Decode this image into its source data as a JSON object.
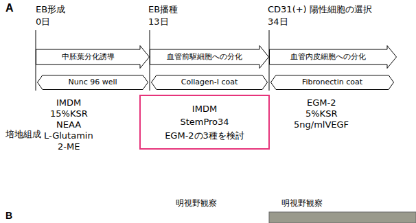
{
  "diagram": {
    "nodes": [
      {
        "text": [
          "中胚葉分化誘導"
        ]
      },
      {
        "text": [
          "血管前駆細胞への分化"
        ]
      },
      {
        "text": [
          "血管内皮細胞への分化"
        ]
      },
      {
        "text": [
          "Nunc 96 well"
        ]
      },
      {
        "text": [
          "Collagen-I coat"
        ]
      },
      {
        "text": [
          "Fibronectin coat"
        ]
      },
      {
        "text": [
          "IMDM",
          "StemPro34",
          "EGM-2の3種を検討"
        ]
      }
    ],
    "labels": [
      "A",
      "EB形成",
      "0日",
      "EB播種",
      "13日",
      "CD31(+) 陽性細胞の選択",
      "34日",
      "培地組成",
      "IMDM",
      "15%KSR",
      "NEAA",
      "L-Glutamin",
      "2-ME",
      "EGM-2",
      "5%KSR",
      "5ng/mlVEGF",
      "明視野観察",
      "明視野観察",
      "B"
    ]
  }
}
